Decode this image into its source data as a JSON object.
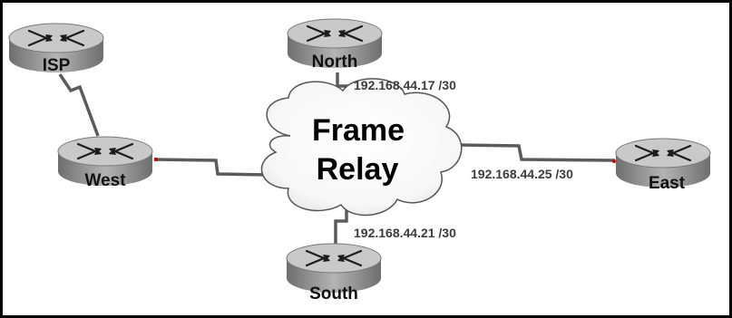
{
  "cloud": {
    "title": "Frame\nRelay",
    "line1": "Frame",
    "line2": "Relay"
  },
  "routers": {
    "isp": {
      "label": "ISP"
    },
    "north": {
      "label": "North"
    },
    "west": {
      "label": "West"
    },
    "east": {
      "label": "East"
    },
    "south": {
      "label": "South"
    }
  },
  "addresses": {
    "north": "192.168.44.17 /30",
    "east": "192.168.44.25 /30",
    "south": "192.168.44.21 /30"
  }
}
